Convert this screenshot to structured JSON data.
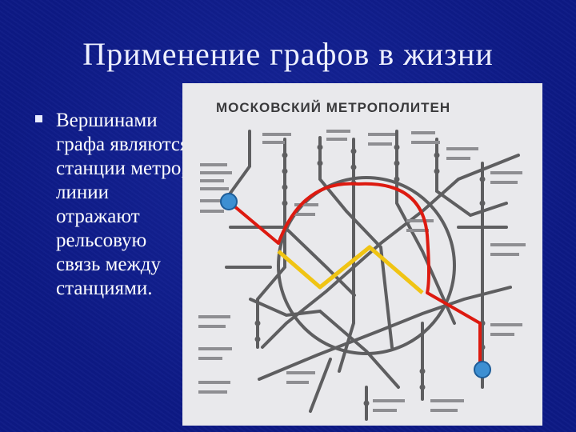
{
  "slide": {
    "title": "Применение графов в жизни",
    "bullet": "Вершинами графа являются станции метро, линии отражают рельсовую связь между станциями."
  },
  "map": {
    "heading": "МОСКОВСКИЙ МЕТРОПОЛИТЕН",
    "colors": {
      "background": "#e9e9ec",
      "lines": "#5e5e60",
      "route_red": "#dd1a10",
      "route_yellow": "#f0c414",
      "vertex": "#3d8fd2"
    }
  }
}
